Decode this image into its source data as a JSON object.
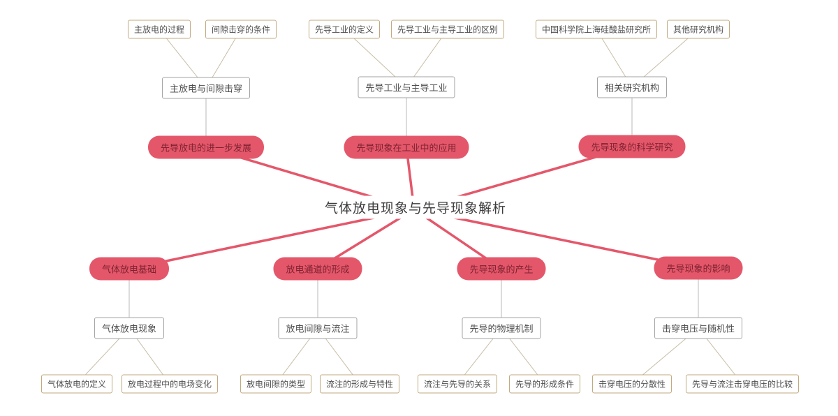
{
  "root": {
    "label": "气体放电现象与先导现象解析"
  },
  "colors": {
    "branch_fill": "#e4576a",
    "branch_text": "#7e2230",
    "line_red": "#e4576a",
    "topic_border": "#a3a3a3",
    "leaf_border": "#c2a97f"
  },
  "branches": [
    {
      "label": "先导放电的进一步发展",
      "topic": "主放电与间隙击穿",
      "leaves": [
        "主放电的过程",
        "间隙击穿的条件"
      ]
    },
    {
      "label": "先导现象在工业中的应用",
      "topic": "先导工业与主导工业",
      "leaves": [
        "先导工业的定义",
        "先导工业与主导工业的区别"
      ]
    },
    {
      "label": "先导现象的科学研究",
      "topic": "相关研究机构",
      "leaves": [
        "中国科学院上海硅酸盐研究所",
        "其他研究机构"
      ]
    },
    {
      "label": "气体放电基础",
      "topic": "气体放电现象",
      "leaves": [
        "气体放电的定义",
        "放电过程中的电场变化"
      ]
    },
    {
      "label": "放电通道的形成",
      "topic": "放电间隙与流注",
      "leaves": [
        "放电间隙的类型",
        "流注的形成与特性"
      ]
    },
    {
      "label": "先导现象的产生",
      "topic": "先导的物理机制",
      "leaves": [
        "流注与先导的关系",
        "先导的形成条件"
      ]
    },
    {
      "label": "先导现象的影响",
      "topic": "击穿电压与随机性",
      "leaves": [
        "击穿电压的分散性",
        "先导与流注击穿电压的比较"
      ]
    }
  ]
}
